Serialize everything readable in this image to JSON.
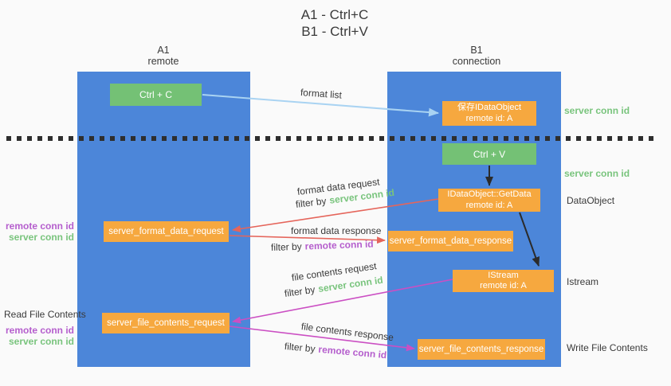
{
  "title": {
    "line1": "A1 - Ctrl+C",
    "line2": "B1 - Ctrl+V"
  },
  "columns": {
    "left": {
      "name": "A1",
      "role": "remote"
    },
    "right": {
      "name": "B1",
      "role": "connection"
    }
  },
  "nodes": {
    "ctrl_c": "Ctrl + C",
    "ctrl_v": "Ctrl + V",
    "save_dataobject": {
      "line1": "保存IDataObject",
      "line2": "remote id: A"
    },
    "getdata": {
      "line1": "IDataObject::GetData",
      "line2": "remote id: A"
    },
    "istream": {
      "line1": "IStream",
      "line2": "remote id: A"
    },
    "format_request": "server_format_data_request",
    "format_response": "server_format_data_response",
    "file_request": "server_file_contents_request",
    "file_response": "server_file_contents_response"
  },
  "flow_labels": {
    "format_list": "format list",
    "format_data_request": "format data request",
    "filter_server_format": {
      "prefix": "filter by",
      "highlight": "server conn id"
    },
    "format_data_response": "format data response",
    "filter_remote_format": {
      "prefix": "filter by",
      "highlight": "remote conn id"
    },
    "file_contents_request": "file contents request",
    "filter_server_file": {
      "prefix": "filter by",
      "highlight": "server conn id"
    },
    "file_contents_response": "file contents response",
    "filter_remote_file": {
      "prefix": "filter by",
      "highlight": "remote conn id"
    }
  },
  "side_labels": {
    "server_conn_top": "server conn id",
    "server_conn_mid": "server conn id",
    "dataobject": "DataObject",
    "istream": "Istream",
    "write_file_contents": "Write File Contents",
    "read_file_contents": "Read File Contents",
    "remote_conn_format": "remote conn id",
    "server_conn_format": "server conn id",
    "remote_conn_file": "remote conn id",
    "server_conn_file": "server conn id"
  },
  "colors": {
    "background": "#fafafa",
    "column_blue": "#4c86d9",
    "box_green": "#74c175",
    "box_orange": "#f6a83f",
    "text_dark": "#3a3a3a",
    "label_green": "#79c47d",
    "label_purple": "#b55ecd",
    "arrow_red": "#e5655b",
    "arrow_magenta": "#cb4fc3",
    "arrow_blue": "#a9d3f2",
    "arrow_black": "#2b2b2b",
    "divider": "#2e2e2e",
    "box_text": "#ffffff"
  }
}
